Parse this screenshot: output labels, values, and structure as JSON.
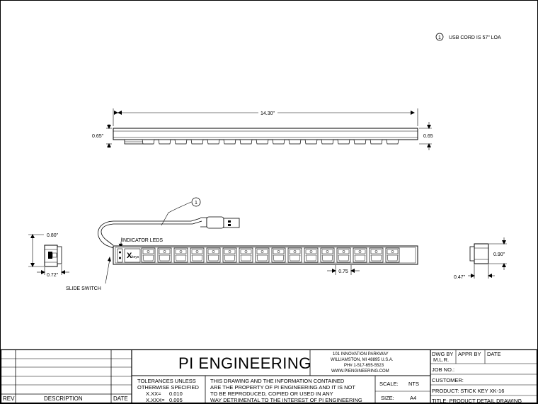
{
  "note": {
    "symbol": "1",
    "text": "USB CORD IS 57\" LOA"
  },
  "top_view": {
    "length_label": "14.30\"",
    "height_left_label": "0.65\"",
    "height_right_label": "0.65"
  },
  "front_view": {
    "callout_symbol": "1",
    "indicator_leds_label": "INDICATOR LEDS",
    "slide_switch_label": "SLIDE SWITCH",
    "key_pitch_label": "0.75",
    "logo_text": "X-keys",
    "key_count": 16
  },
  "left_view": {
    "height_label": "0.80\"",
    "width_label": "0.72\""
  },
  "right_view": {
    "height_label": "0.90\"",
    "width_label": "0.47\""
  },
  "title_block": {
    "rev_header": "REV",
    "description_header": "DESCRIPTION",
    "date_header": "DATE",
    "company": "PI ENGINEERING",
    "address_line1": "101 INNOVATION PARKWAY",
    "address_line2": "WILLIAMSTON, MI 48895 U.S.A.",
    "phone": "PH# 1-517-655-5523",
    "website": "WWW.PIENGINEERING.COM",
    "tolerance_title1": "TOLERANCES UNLESS",
    "tolerance_title2": "OTHERWISE SPECIFIED",
    "tolerance_xx_label": "X.XX=",
    "tolerance_xx_value": "0.010",
    "tolerance_xxx_label": "X.XXX=",
    "tolerance_xxx_value": "0.005",
    "legal_line1": "THIS DRAWING AND THE INFORMATION CONTAINED",
    "legal_line2": "ARE THE PROPERTY OF PI ENGINEERING AND IT IS NOT",
    "legal_line3": "TO BE REPRODUCED, COPIED OR USED IN ANY",
    "legal_line4": "WAY DETRIMENTAL TO THE INTEREST OF PI ENGINEERING",
    "scale_label": "SCALE:",
    "scale_value": "NTS",
    "size_label": "SIZE:",
    "size_value": "A4",
    "dwg_by_label": "DWG BY",
    "dwg_by_value": "M.L.R.",
    "appr_by_label": "APPR BY",
    "appr_date_label": "DATE",
    "job_no_label": "JOB NO.:",
    "customer_label": "CUSTOMER:",
    "product_label": "PRODUCT: STICK KEY XK-16",
    "title_label": "TITLE:  PRODUCT DETAIL DRAWING"
  }
}
